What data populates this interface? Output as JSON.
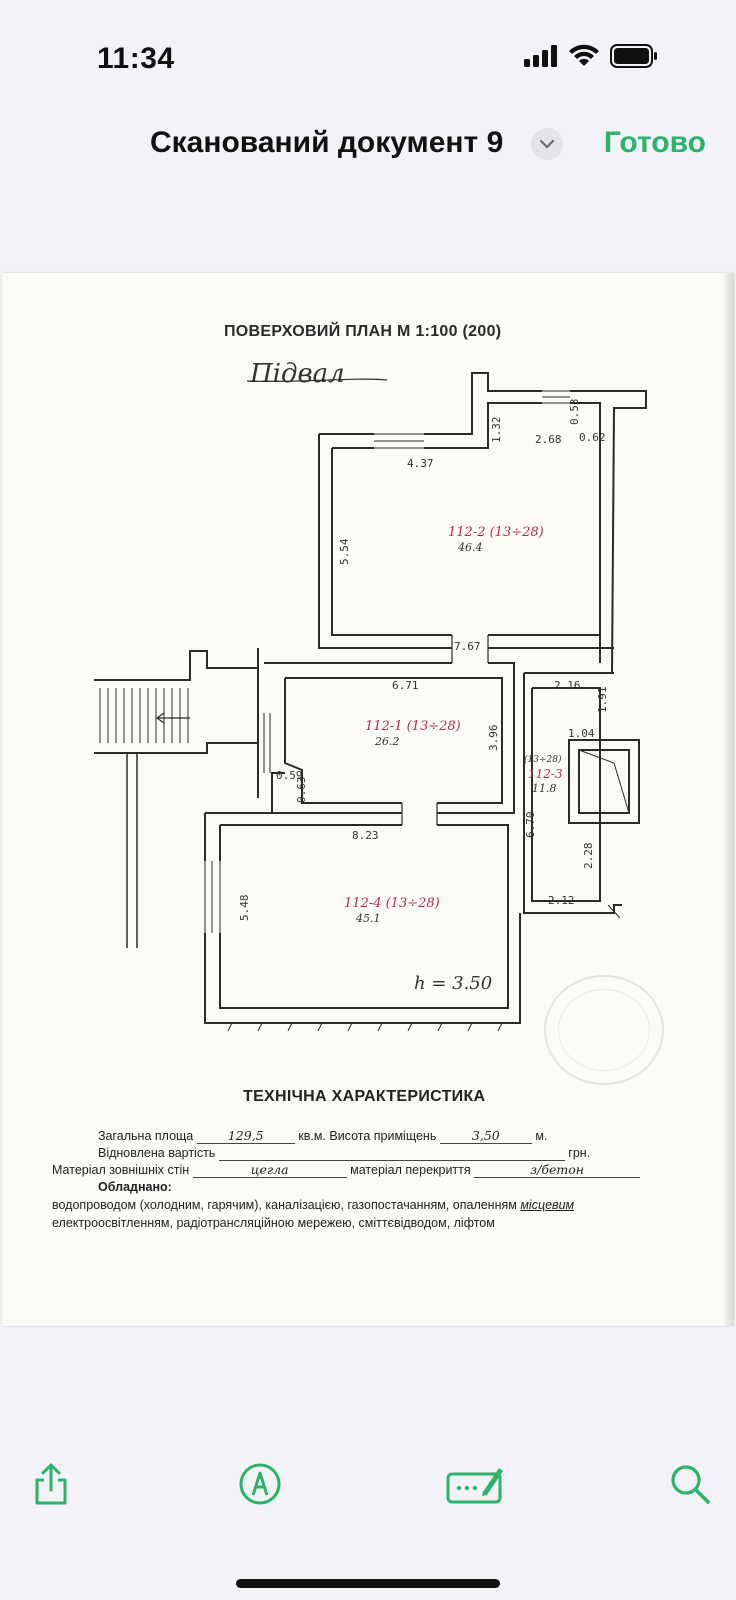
{
  "status_bar": {
    "time": "11:34",
    "icons": [
      "signal-icon",
      "wifi-icon",
      "battery-icon"
    ]
  },
  "header": {
    "title": "Сканований документ 9",
    "done_label": "Готово"
  },
  "document": {
    "plan_title": "ПОВЕРХОВИЙ ПЛАН М 1:100 (200)",
    "floor_name": "Підвал",
    "dimensions": [
      "1.32",
      "2.68",
      "0.53",
      "0.62",
      "4.37",
      "5.54",
      "7.67",
      "6.71",
      "3.96",
      "2.16",
      "1.91",
      "1.04",
      "0.59",
      "0.63",
      "8.23",
      "6.70",
      "2.28",
      "2.12",
      "5.48"
    ],
    "rooms": [
      {
        "code": "112-2 (13÷28)",
        "area": "46.4"
      },
      {
        "code": "112-1 (13÷28)",
        "area": "26.2"
      },
      {
        "code": "112-3",
        "note": "(13÷28)",
        "area": "11.8"
      },
      {
        "code": "112-4 (13÷28)",
        "area": "45.1"
      }
    ],
    "height": "h = 3.50",
    "tech": {
      "title": "ТЕХНІЧНА ХАРАКТЕРИСТИКА",
      "total_area_label": "Загальна площа",
      "total_area_value": "129,5",
      "area_unit_label": "кв.м. Висота приміщень",
      "height_value": "3,50",
      "height_unit": "м.",
      "restored_cost_label": "Відновлена вартість",
      "currency": "грн.",
      "walls_label": "Матеріал зовнішніх стін",
      "walls_value": "цегла",
      "ceiling_label": "матеріал перекриття",
      "ceiling_value": "з/бетон",
      "equipped_label": "Обладнано:",
      "equipment_line1": "водопроводом (холодним, гарячим), каналізацією, газопостачанням, опаленням",
      "heating_value": "місцевим",
      "equipment_line2": "електроосвітленням, радіотрансляційною мережею, сміттєвідводом, ліфтом"
    }
  },
  "toolbar": {
    "items": [
      "share-icon",
      "markup-icon",
      "signature-icon",
      "search-icon"
    ]
  },
  "colors": {
    "accent": "#2bb36b",
    "background": "#f2f2f7",
    "room_code": "#b0304a"
  }
}
